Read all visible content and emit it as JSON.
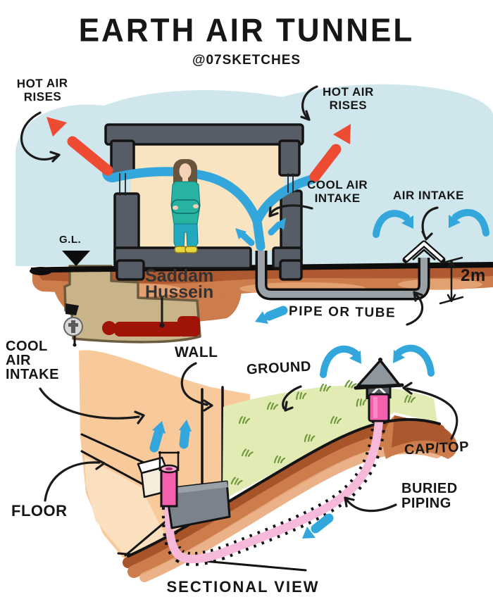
{
  "title": "EARTH AIR TUNNEL",
  "credit": "@07SKETCHES",
  "upper_view": {
    "hot_air_rises_left": "HOT AIR\nRISES",
    "hot_air_rises_right": "HOT AIR\nRISES",
    "cool_air_intake": "COOL AIR\nINTAKE",
    "air_intake": "AIR INTAKE",
    "ground_level_abbr": "G.L.",
    "pipe_depth": "2m",
    "pipe_label": "PIPE OR TUBE",
    "buried_person_label": "Saddam\nHussein"
  },
  "lower_view": {
    "cool_air_intake": "COOL\nAIR\nINTAKE",
    "wall_label": "WALL",
    "ground_label": "GROUND",
    "floor_label": "FLOOR",
    "cap_label": "CAP/TOP",
    "buried_piping_label": "BURIED\nPIPING",
    "caption": "SECTIONAL VIEW"
  },
  "colors": {
    "sky": "#cfe7ec",
    "wallGray": "#565d66",
    "cream": "#f9e4c1",
    "peach": "#f7c99b",
    "peachLight": "#fae0bf",
    "hot": "#ee4b33",
    "cool": "#33a7dc",
    "soilDark": "#a8542b",
    "soilMid": "#cd7c4b",
    "soilLight": "#e9aa7c",
    "holeTan": "#c9b388",
    "memeRed": "#a01408",
    "grass": "#e3ebb5",
    "grassDark": "#6f9a3a",
    "pink": "#f45fae",
    "pinkLight": "#f6b9d9",
    "boxGray": "#7a838b",
    "capGray": "#8e979e",
    "hair": "#6a543e",
    "skin": "#f5d2b5",
    "shirt": "#27b2a2",
    "pants": "#22a9bd",
    "shoe": "#e9d83f",
    "ink": "#141414"
  }
}
